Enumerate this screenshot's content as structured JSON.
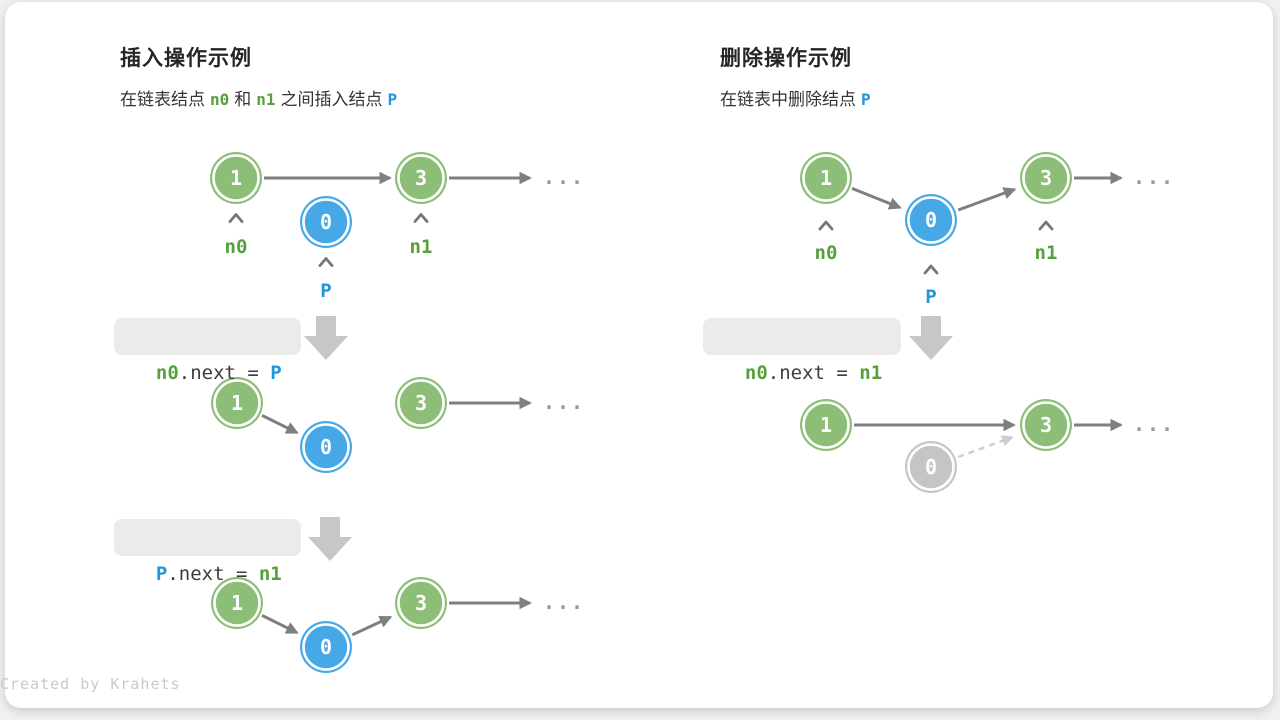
{
  "canvas": {
    "credit": "Created by Krahets"
  },
  "colors": {
    "node_green": "#8CBE78",
    "node_blue": "#46A8E6",
    "node_gray": "#C5C5C5",
    "text_green": "#55A03C",
    "text_blue": "#1E96DC",
    "arrow_gray": "#7F7F7F",
    "code_bg": "#EBEBEB"
  },
  "insert": {
    "title": "插入操作示例",
    "subtitle": {
      "t1": "在链表结点",
      "v1": "n0",
      "t2": "和",
      "v2": "n1",
      "t3": "之间插入结点",
      "v3": "P"
    },
    "step1": {
      "nodes": {
        "a": "1",
        "b": "0",
        "c": "3"
      },
      "pointers": {
        "n0": "n0",
        "n1": "n1",
        "p": "P"
      },
      "ellipsis": "..."
    },
    "code1": {
      "lhs": "n0",
      "mid": ".next = ",
      "rhs": "P"
    },
    "step2": {
      "nodes": {
        "a": "1",
        "b": "0",
        "c": "3"
      },
      "ellipsis": "..."
    },
    "code2": {
      "lhs": "P",
      "mid": ".next = ",
      "rhs": "n1"
    },
    "step3": {
      "nodes": {
        "a": "1",
        "b": "0",
        "c": "3"
      },
      "ellipsis": "..."
    }
  },
  "delete": {
    "title": "删除操作示例",
    "subtitle": {
      "t1": "在链表中删除结点",
      "v1": "P"
    },
    "step1": {
      "nodes": {
        "a": "1",
        "b": "0",
        "c": "3"
      },
      "pointers": {
        "n0": "n0",
        "n1": "n1",
        "p": "P"
      },
      "ellipsis": "..."
    },
    "code1": {
      "lhs": "n0",
      "mid": ".next = ",
      "rhs": "n1"
    },
    "step2": {
      "nodes": {
        "a": "1",
        "b": "0",
        "c": "3"
      },
      "ellipsis": "..."
    }
  }
}
